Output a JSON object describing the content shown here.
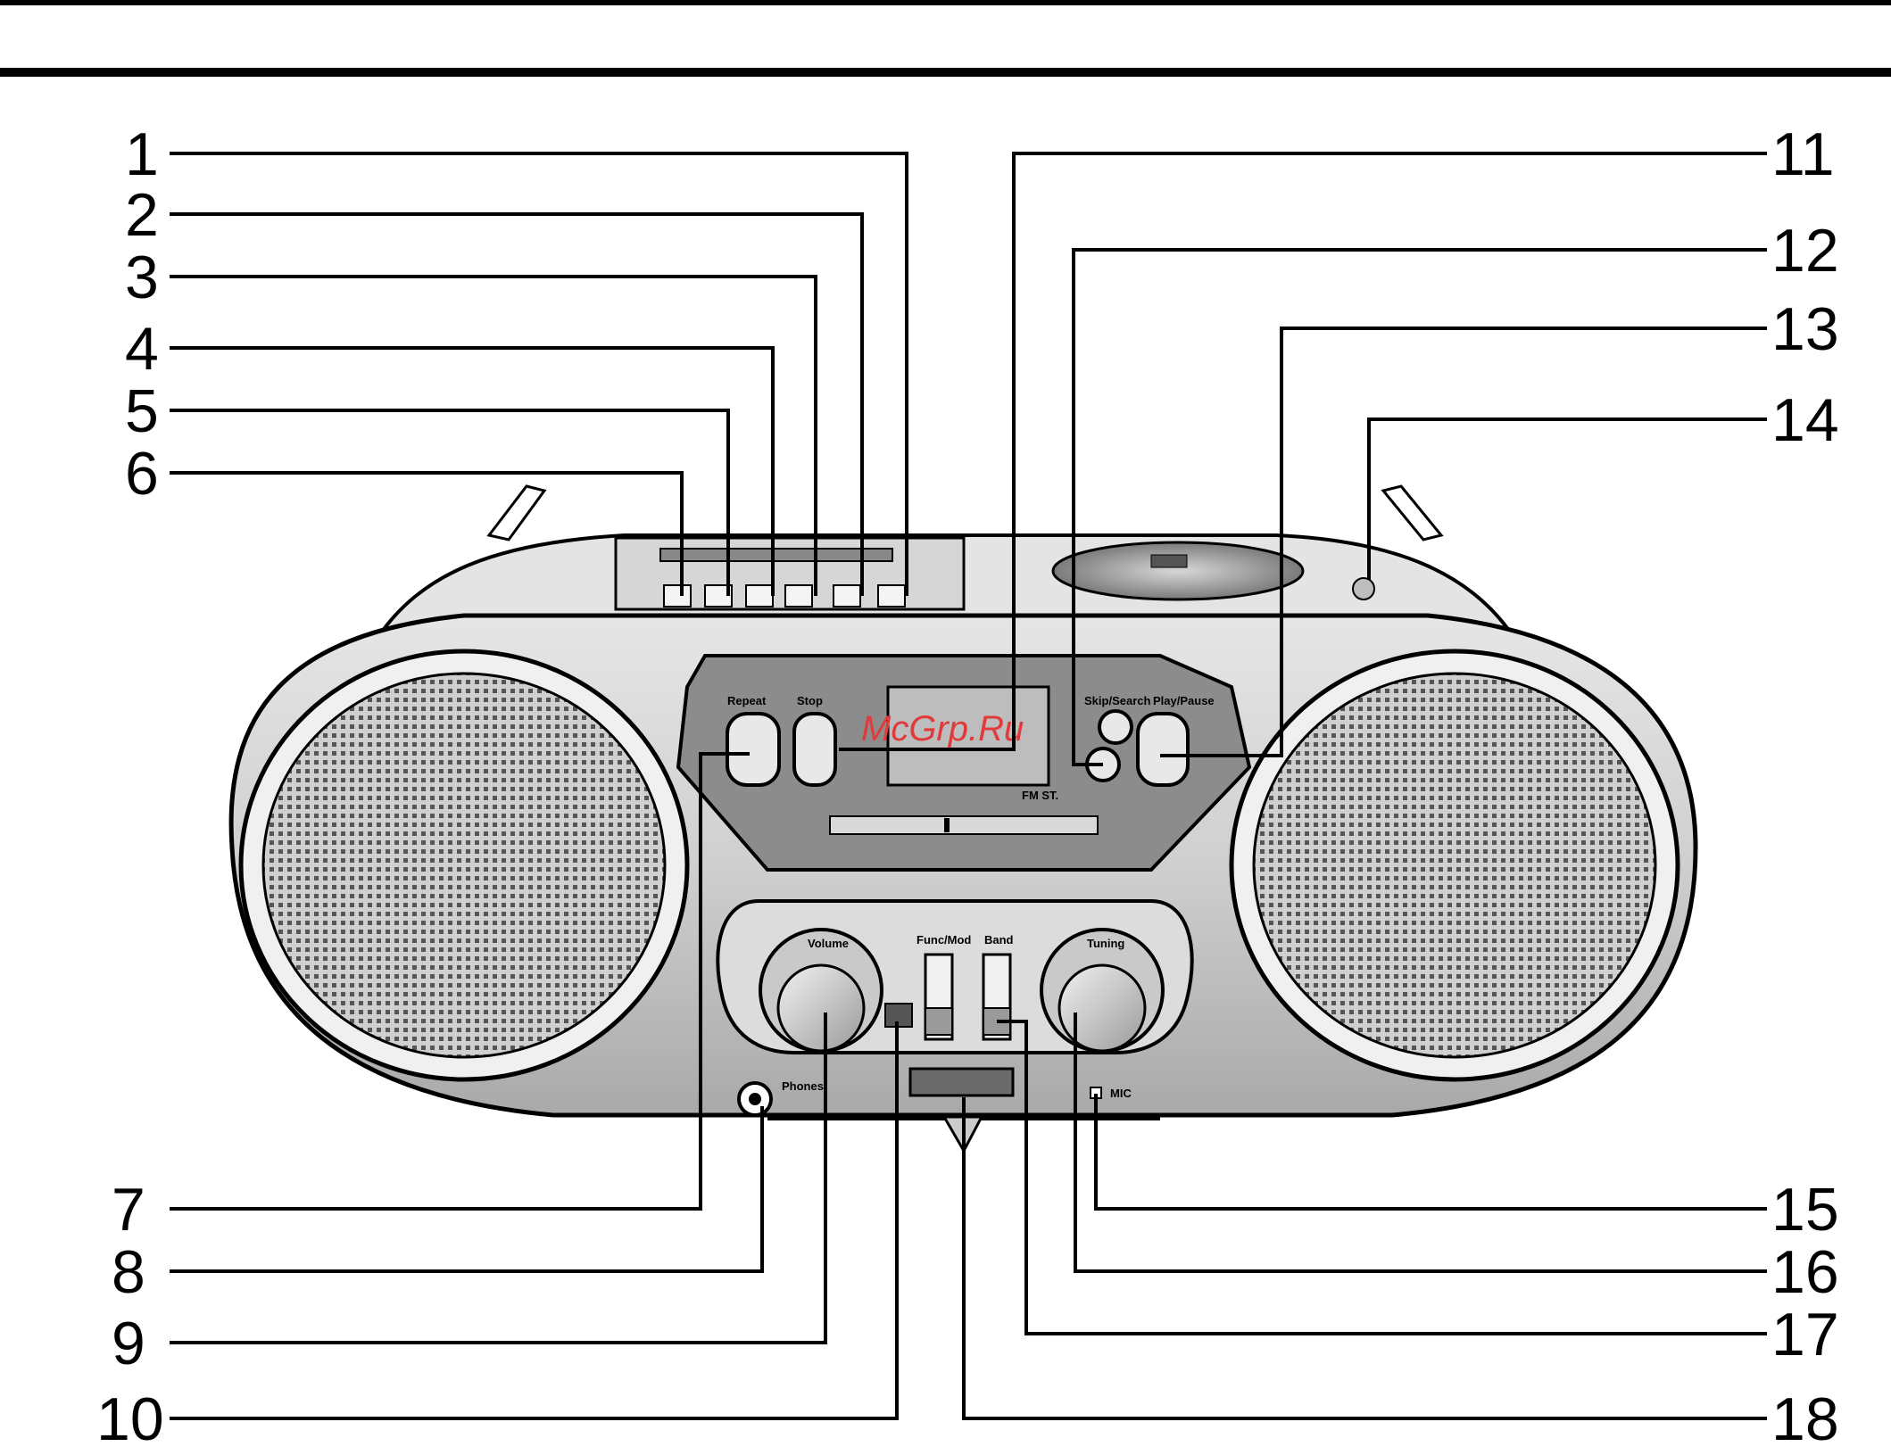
{
  "callouts": [
    {
      "number": "1"
    },
    {
      "number": "2"
    },
    {
      "number": "3"
    },
    {
      "number": "4"
    },
    {
      "number": "5"
    },
    {
      "number": "6"
    },
    {
      "number": "7"
    },
    {
      "number": "8"
    },
    {
      "number": "9"
    },
    {
      "number": "10"
    },
    {
      "number": "11"
    },
    {
      "number": "12"
    },
    {
      "number": "13"
    },
    {
      "number": "14"
    },
    {
      "number": "15"
    },
    {
      "number": "16"
    },
    {
      "number": "17"
    },
    {
      "number": "18"
    }
  ],
  "labels": {
    "repeat": "Repeat",
    "stop": "Stop",
    "skip_search": "Skip/Search",
    "play_pause": "Play/Pause",
    "fm_st": "FM ST.",
    "function": "Func/Mod",
    "band": "Band",
    "volume": "Volume",
    "tuning": "Tuning",
    "phones": "Phones",
    "mic": "MIC"
  },
  "watermark": "McGrp.Ru",
  "colors": {
    "line": "#000000",
    "body": "#d9d9d9",
    "body_dark": "#a8a8a8",
    "grille": "#6a6a6a",
    "panel": "#8c8c8c",
    "display": "#bdbdbd",
    "watermark": "#e03a3a"
  }
}
